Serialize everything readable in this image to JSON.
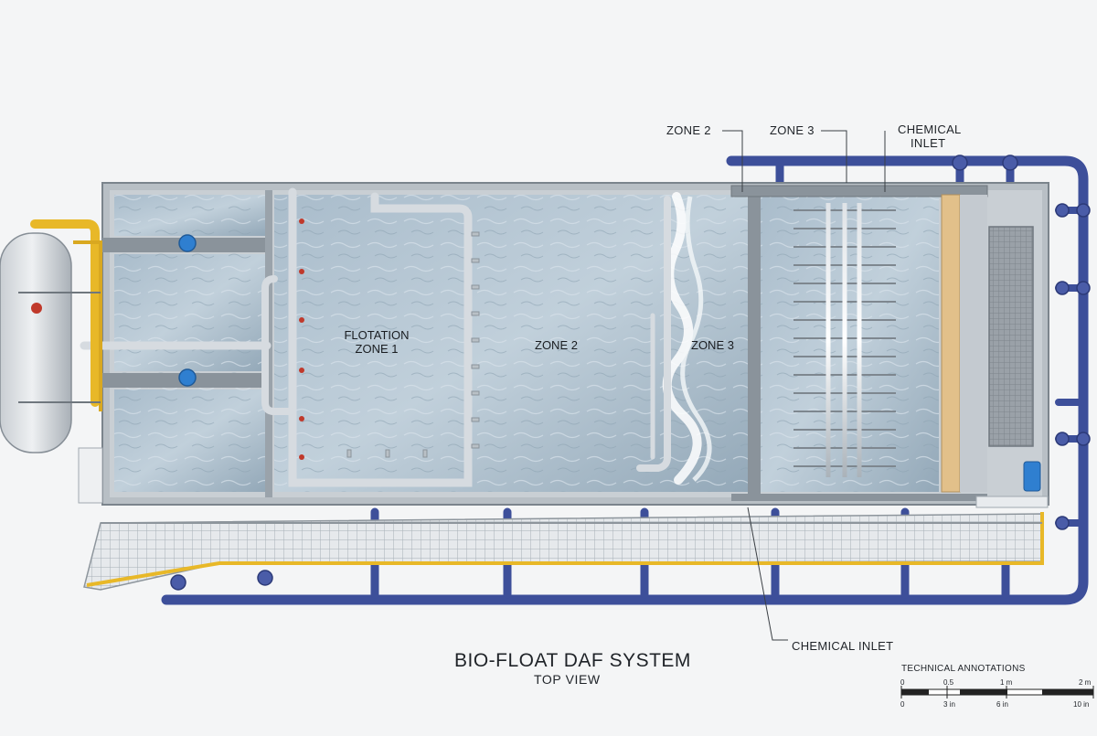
{
  "diagram": {
    "title": "BIO-FLOAT DAF SYSTEM",
    "subtitle": "TOP VIEW",
    "callouts": {
      "zone2": "ZONE 2",
      "zone3": "ZONE 3",
      "chemical_inlet_top_line1": "CHEMICAL",
      "chemical_inlet_top_line2": "INLET",
      "chemical_inlet_bottom": "CHEMICAL INLET"
    },
    "zones": {
      "flotation_line1": "FLOTATION",
      "flotation_line2": "ZONE 1",
      "zone2": "ZONE 2",
      "zone3": "ZONE 3"
    },
    "scale_bar": {
      "title": "TECHNICAL ANNOTATIONS",
      "top_ticks": [
        "0",
        "0.5",
        "1 m",
        "2 m"
      ],
      "bottom_ticks": [
        "0",
        "3 in",
        "6 in",
        "10 in"
      ]
    },
    "colors": {
      "water": "#9fb4c2",
      "steel": "#9aa3ab",
      "pipe_blue": "#3d4f9a",
      "pipe_yellow": "#e8b828",
      "pump_blue": "#2f7fd0"
    }
  }
}
